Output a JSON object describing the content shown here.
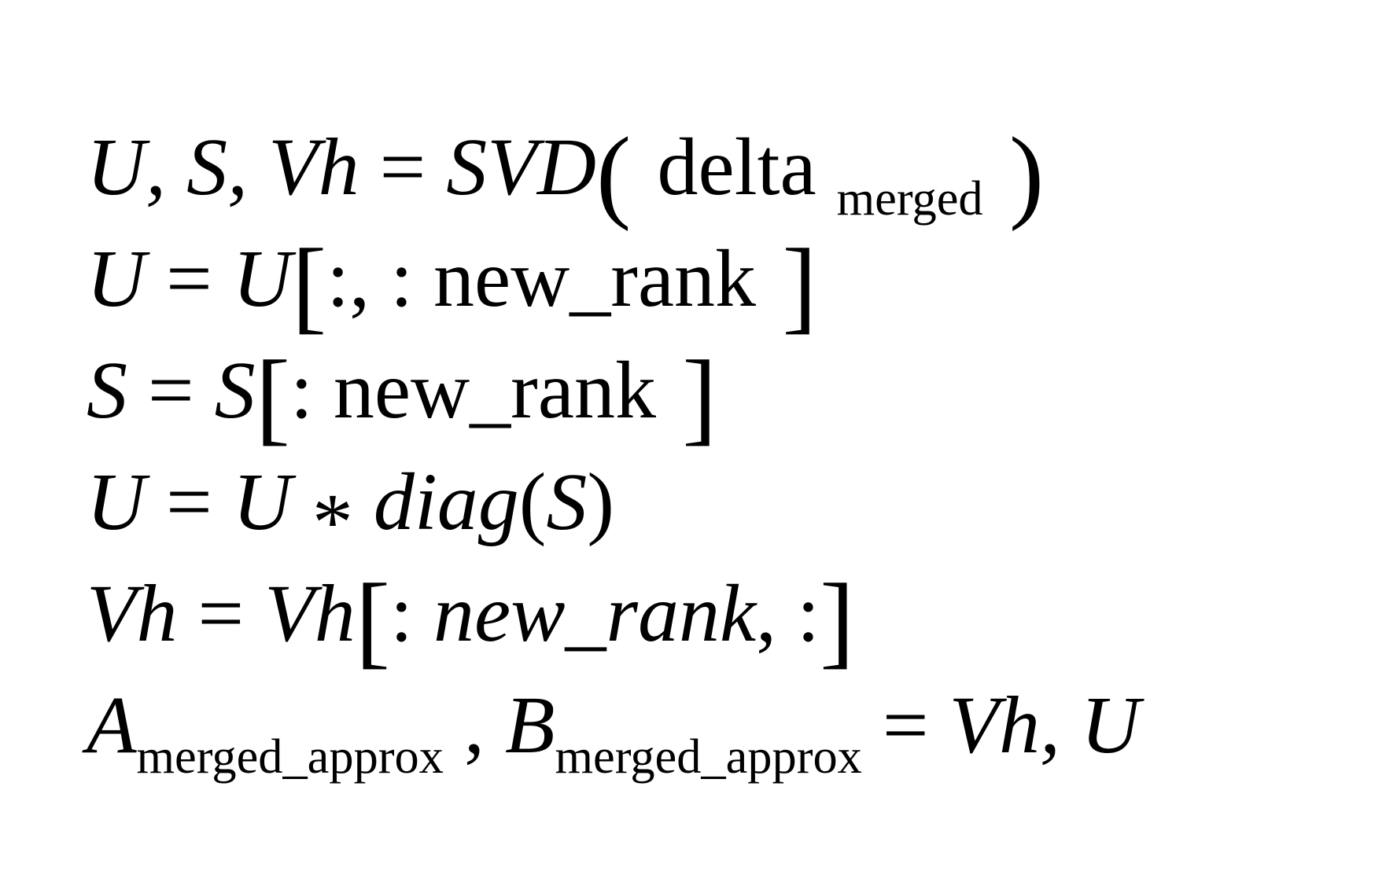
{
  "colors": {
    "background": "#ffffff",
    "foreground": "#000000"
  },
  "equations": {
    "description": "SVD low-rank approximation equation block",
    "lines": [
      {
        "segments": [
          {
            "text": "U, S, Vh",
            "kind": "var"
          },
          {
            "text": " = ",
            "kind": "op"
          },
          {
            "text": "SVD",
            "kind": "var"
          },
          {
            "text": "( ",
            "kind": "bigdelim"
          },
          {
            "text": "delta ",
            "kind": "word"
          },
          {
            "text": "merged",
            "kind": "sub"
          },
          {
            "text": " )",
            "kind": "bigdelim"
          }
        ]
      },
      {
        "segments": [
          {
            "text": "U",
            "kind": "var"
          },
          {
            "text": " = ",
            "kind": "op"
          },
          {
            "text": "U",
            "kind": "var"
          },
          {
            "text": "[",
            "kind": "bigdelim"
          },
          {
            "text": ":, : ",
            "kind": "op"
          },
          {
            "text": "new_rank",
            "kind": "word"
          },
          {
            "text": " ]",
            "kind": "bigdelim"
          }
        ]
      },
      {
        "segments": [
          {
            "text": "S",
            "kind": "var"
          },
          {
            "text": " = ",
            "kind": "op"
          },
          {
            "text": "S",
            "kind": "var"
          },
          {
            "text": "[",
            "kind": "bigdelim"
          },
          {
            "text": ": ",
            "kind": "op"
          },
          {
            "text": "new_rank",
            "kind": "word"
          },
          {
            "text": " ]",
            "kind": "bigdelim"
          }
        ]
      },
      {
        "segments": [
          {
            "text": "U",
            "kind": "var"
          },
          {
            "text": " = ",
            "kind": "op"
          },
          {
            "text": "U",
            "kind": "var"
          },
          {
            "text": " * ",
            "kind": "ast"
          },
          {
            "text": "diag",
            "kind": "var"
          },
          {
            "text": "(",
            "kind": "op"
          },
          {
            "text": "S",
            "kind": "var"
          },
          {
            "text": ")",
            "kind": "op"
          }
        ]
      },
      {
        "segments": [
          {
            "text": "Vh",
            "kind": "var"
          },
          {
            "text": " = ",
            "kind": "op"
          },
          {
            "text": "Vh",
            "kind": "var"
          },
          {
            "text": "[",
            "kind": "bigdelim"
          },
          {
            "text": ": ",
            "kind": "op"
          },
          {
            "text": "new_rank",
            "kind": "var"
          },
          {
            "text": ", :",
            "kind": "op"
          },
          {
            "text": "]",
            "kind": "bigdelim"
          }
        ]
      },
      {
        "segments": [
          {
            "text": "A",
            "kind": "var"
          },
          {
            "text": "merged_approx",
            "kind": "sub"
          },
          {
            "text": " , ",
            "kind": "op"
          },
          {
            "text": "B",
            "kind": "var"
          },
          {
            "text": "merged_approx",
            "kind": "sub"
          },
          {
            "text": " = ",
            "kind": "op"
          },
          {
            "text": "Vh, U",
            "kind": "var"
          }
        ]
      }
    ]
  }
}
